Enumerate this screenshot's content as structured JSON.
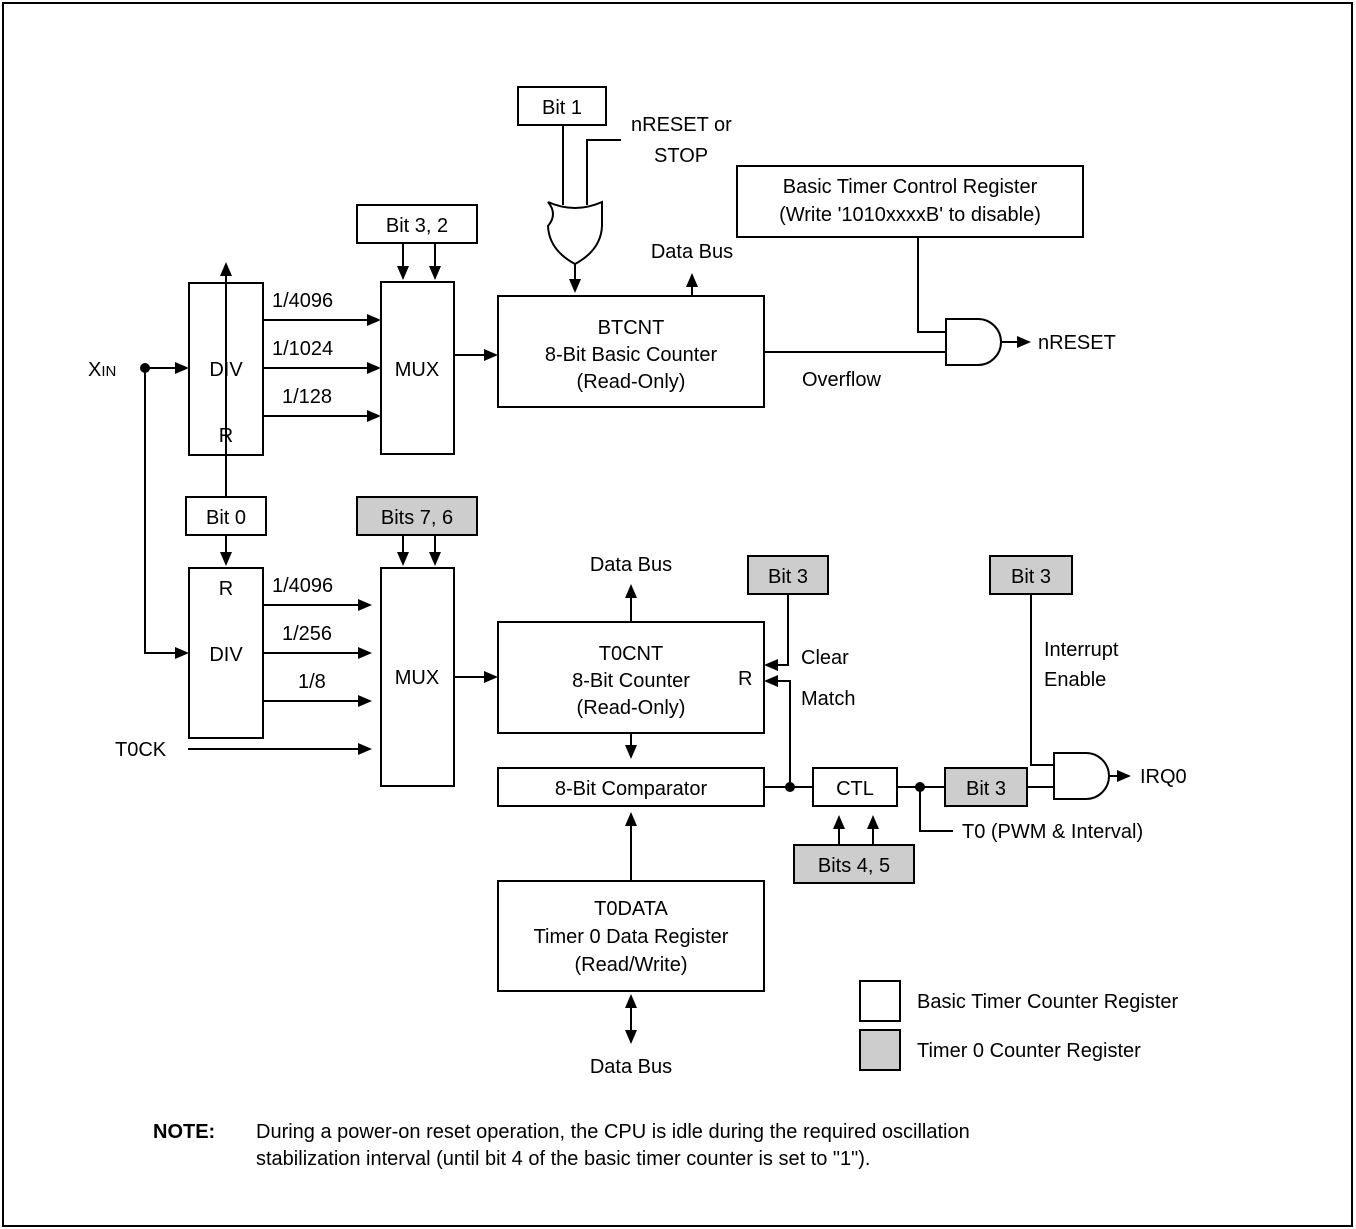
{
  "basic_timer": {
    "xin": "X",
    "xin_sub": "IN",
    "div_label": "DIV",
    "div_reset": "R",
    "ratio_4096": "1/4096",
    "ratio_1024": "1/1024",
    "ratio_128": "1/128",
    "mux_select_bits": "Bit 3, 2",
    "mux_label": "MUX",
    "bit1_label": "Bit 1",
    "reset_source_line1": "nRESET or",
    "reset_source_line2": "STOP",
    "data_bus_top": "Data Bus",
    "btcnt_line1": "BTCNT",
    "btcnt_line2": "8-Bit Basic Counter",
    "btcnt_line3": "(Read-Only)",
    "overflow_label": "Overflow",
    "control_reg_line1": "Basic Timer Control Register",
    "control_reg_line2": "(Write '1010xxxxB' to disable)",
    "nreset_out": "nRESET"
  },
  "shared": {
    "bit0_label": "Bit 0"
  },
  "timer0": {
    "mux_select_bits": "Bits 7, 6",
    "div_reset": "R",
    "div_label": "DIV",
    "ratio_4096": "1/4096",
    "ratio_256": "1/256",
    "ratio_8": "1/8",
    "t0ck": "T0CK",
    "mux_label": "MUX",
    "data_bus_mid": "Data Bus",
    "t0cnt_line1": "T0CNT",
    "t0cnt_line2": "8-Bit Counter",
    "t0cnt_line3": "(Read-Only)",
    "t0cnt_reset": "R",
    "clear_bit": "Bit 3",
    "clear_label": "Clear",
    "match_label": "Match",
    "comparator": "8-Bit Comparator",
    "ctl_label": "CTL",
    "ctl_bits": "Bits 4, 5",
    "int_bit": "Bit 3",
    "int_enable_bit": "Bit 3",
    "int_enable_line1": "Interrupt",
    "int_enable_line2": "Enable",
    "irq_out": "IRQ0",
    "t0_out": "T0 (PWM & Interval)",
    "t0data_line1": "T0DATA",
    "t0data_line2": "Timer 0 Data Register",
    "t0data_line3": "(Read/Write)",
    "data_bus_bottom": "Data Bus"
  },
  "legend": {
    "basic": "Basic Timer Counter Register",
    "timer0": "Timer 0 Counter Register"
  },
  "note": {
    "label": "NOTE:",
    "line1": "During a power-on reset operation, the CPU is idle during the required oscillation",
    "line2": "stabilization interval (until bit 4 of the basic timer counter is set to \"1\")."
  }
}
